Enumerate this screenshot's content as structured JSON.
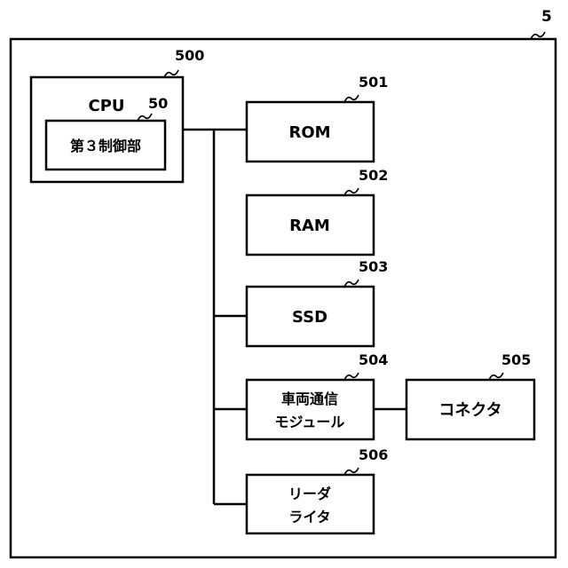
{
  "outer": {
    "ref": "5"
  },
  "cpu": {
    "ref": "500",
    "label": "CPU"
  },
  "third_controller": {
    "ref": "50",
    "label": "第３制御部"
  },
  "rom": {
    "ref": "501",
    "label": "ROM"
  },
  "ram": {
    "ref": "502",
    "label": "RAM"
  },
  "ssd": {
    "ref": "503",
    "label": "SSD"
  },
  "vehicle_comm": {
    "ref": "504",
    "label_line1": "車両通信",
    "label_line2": "モジュール"
  },
  "connector": {
    "ref": "505",
    "label": "コネクタ"
  },
  "reader_writer": {
    "ref": "506",
    "label_line1": "リーダ",
    "label_line2": "ライタ"
  }
}
